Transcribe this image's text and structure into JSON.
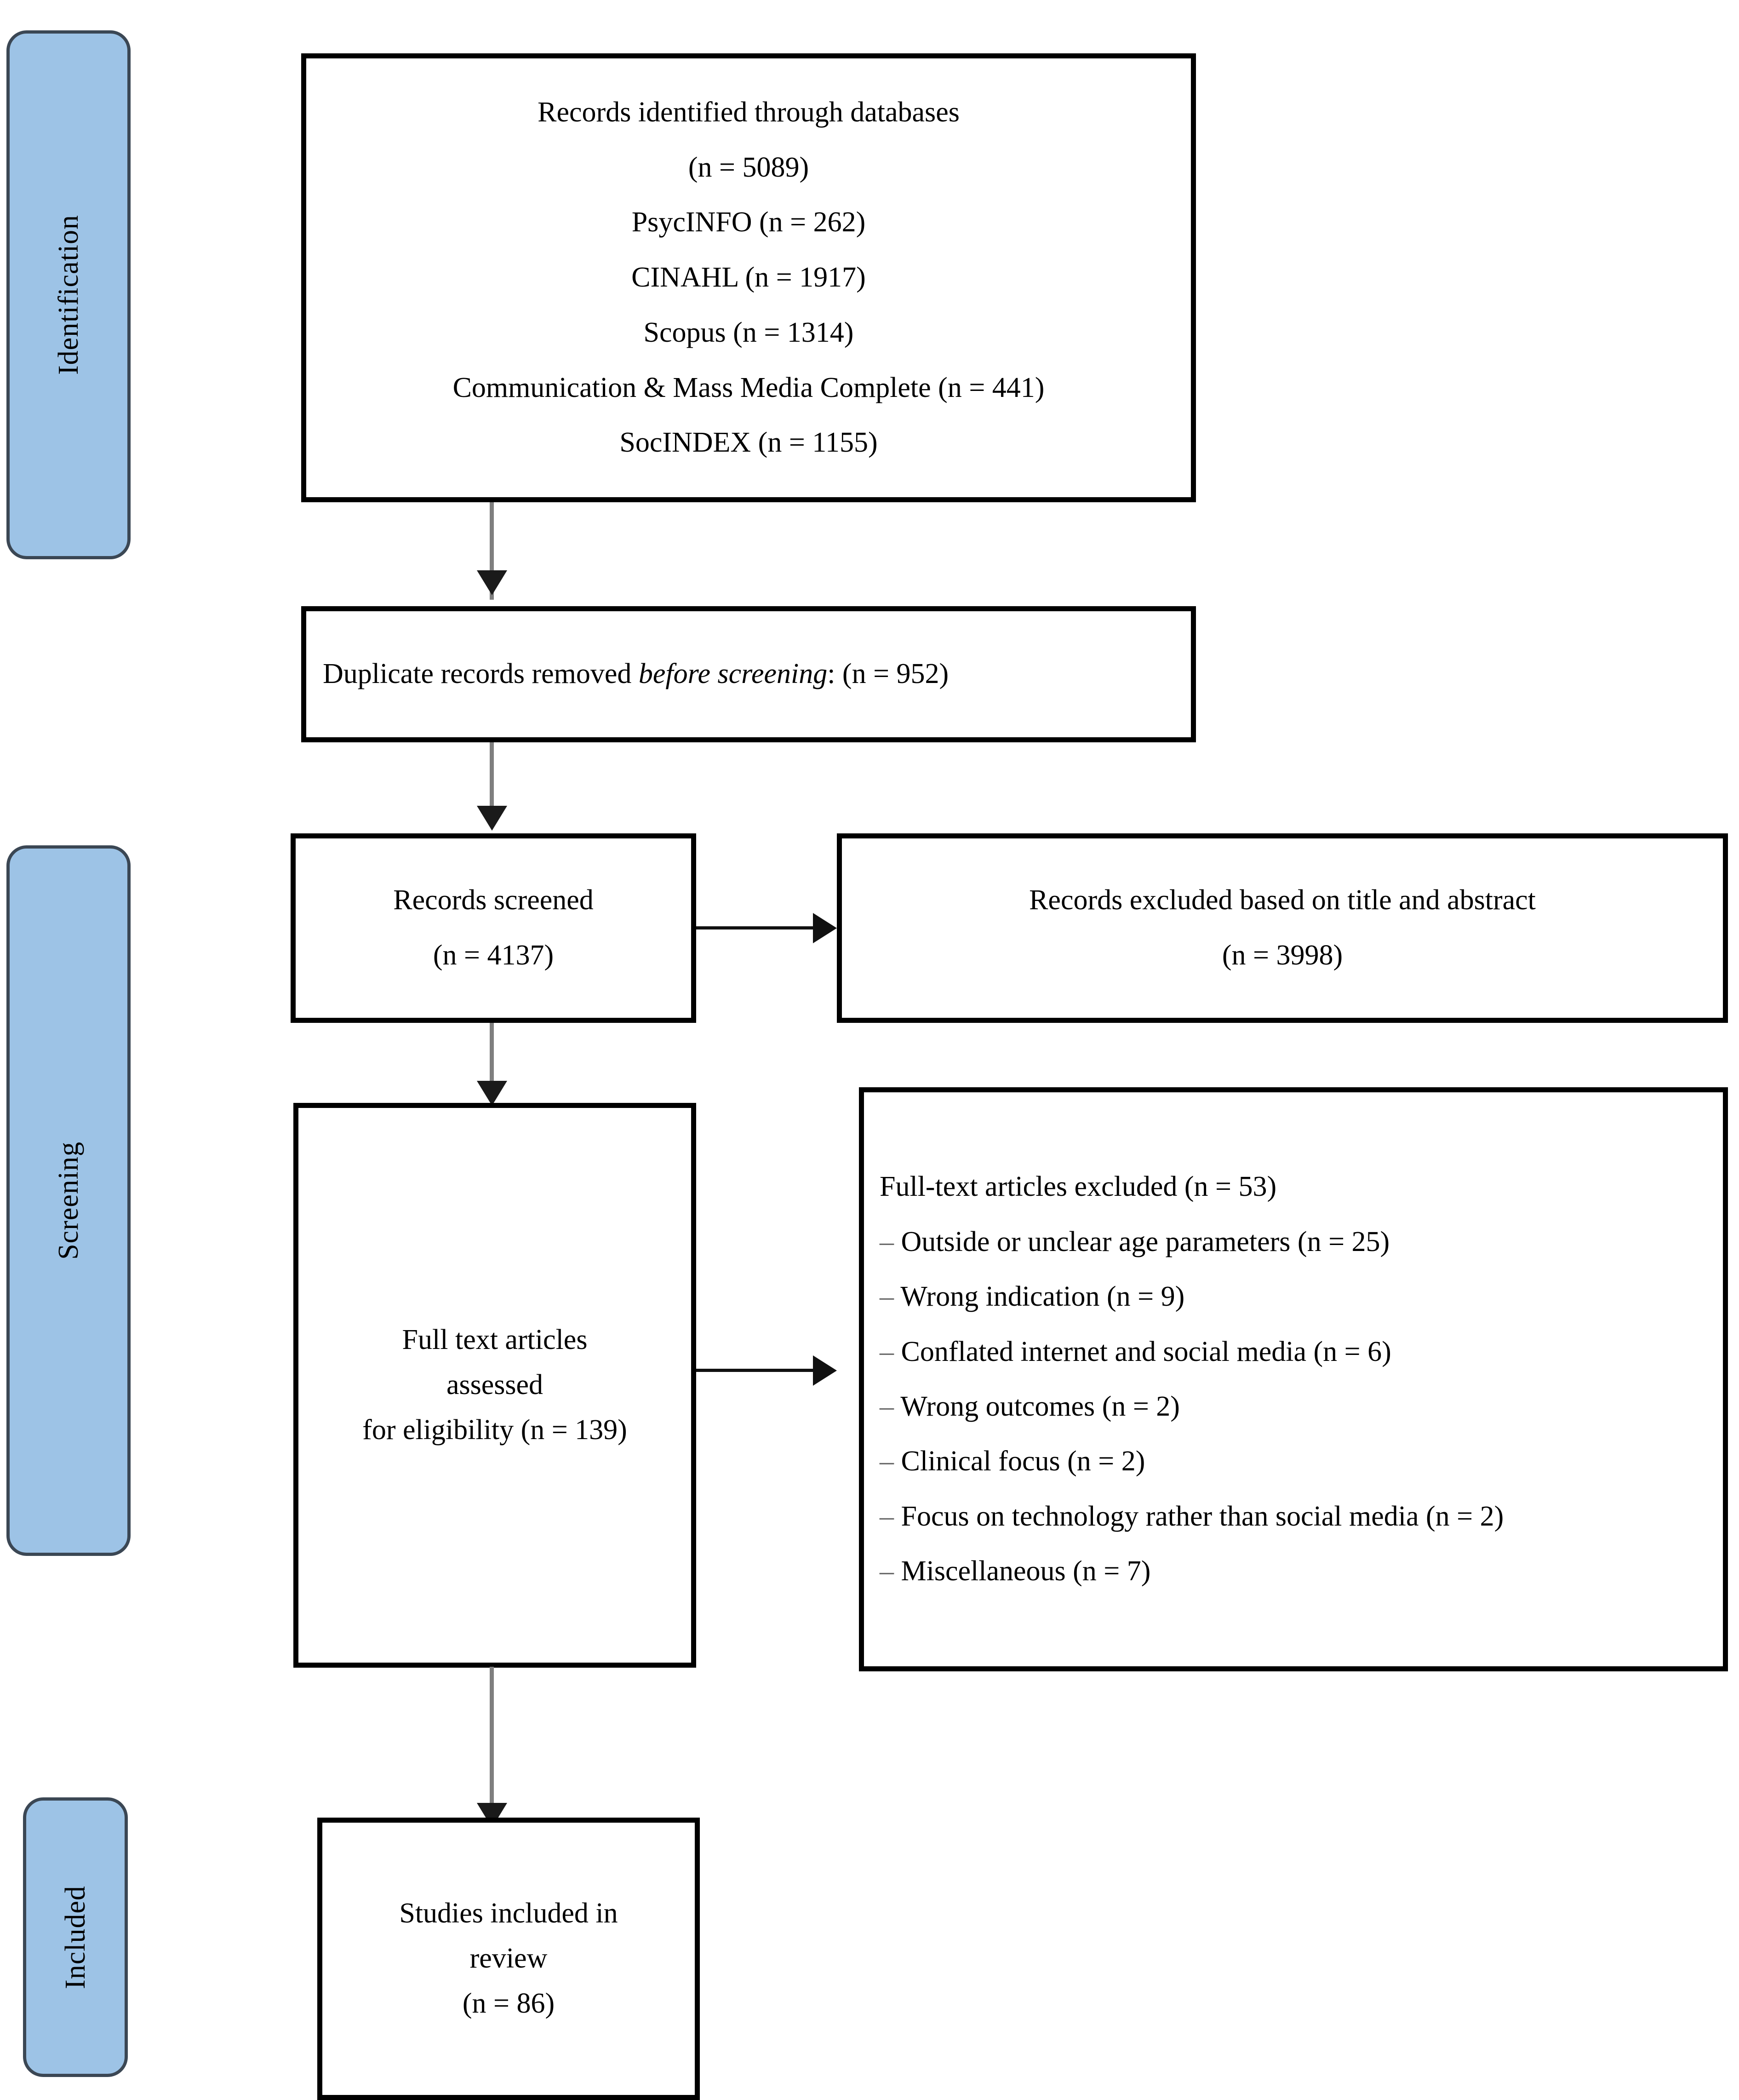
{
  "diagram": {
    "title": "PRISMA flow diagram",
    "accent_color": "#9DC3E6",
    "tab_border_color": "#3B4754",
    "box_border_color": "#000000",
    "connector_color": "#7F7F7F"
  },
  "stages": [
    {
      "key": "identification",
      "label": "Identification"
    },
    {
      "key": "screening",
      "label": "Screening"
    },
    {
      "key": "included",
      "label": "Included"
    }
  ],
  "boxes": {
    "identified": {
      "lines": [
        "Records identified through databases",
        "(n = 5089)",
        "PsycINFO (n = 262)",
        "CINAHL (n = 1917)",
        "Scopus (n = 1314)",
        "Communication & Mass Media Complete (n = 441)",
        "SocINDEX (n = 1155)"
      ]
    },
    "duplicates": {
      "prefix": "Duplicate records removed ",
      "emphasis": "before screening",
      "suffix": ": (n = 952)"
    },
    "screened": {
      "lines": [
        "Records screened",
        "(n = 4137)"
      ]
    },
    "excluded_title_abstract": {
      "lines": [
        "Records excluded based on title and abstract",
        "(n = 3998)"
      ]
    },
    "full_text_assessed": {
      "lines": [
        "Full text articles",
        "assessed",
        "for eligibility (n = 139)"
      ]
    },
    "full_text_excluded": {
      "heading": "Full-text articles excluded (n = 53)",
      "reasons": [
        "Outside or unclear age parameters (n = 25)",
        "Wrong indication (n = 9)",
        "Conflated internet and social media (n = 6)",
        "Wrong outcomes (n = 2)",
        "Clinical focus (n = 2)",
        "Focus on technology rather than social media (n = 2)",
        "Miscellaneous (n = 7)"
      ],
      "dash": "–"
    },
    "included_studies": {
      "lines": [
        "Studies included in",
        "review",
        "(n = 86)"
      ]
    }
  }
}
